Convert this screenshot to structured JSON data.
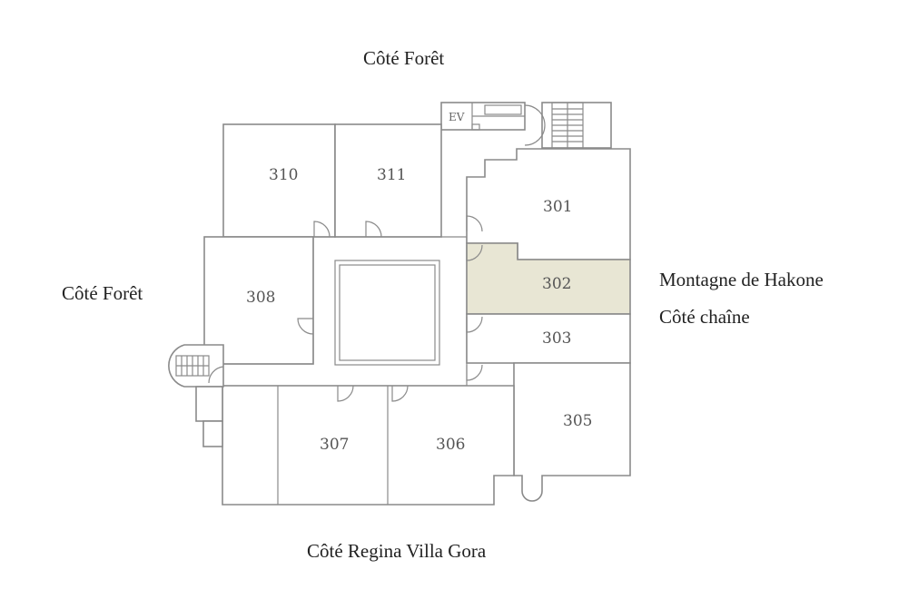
{
  "labels": {
    "top": "Côté Forêt",
    "left": "Côté Forêt",
    "right_line1": "Montagne de Hakone",
    "right_line2": "Côté chaîne",
    "bottom": "Côté Regina Villa Gora"
  },
  "elevator": "EV",
  "rooms": {
    "r301": "301",
    "r302": "302",
    "r303": "303",
    "r305": "305",
    "r306": "306",
    "r307": "307",
    "r308": "308",
    "r310": "310",
    "r311": "311"
  },
  "highlighted_room": "302",
  "colors": {
    "highlight": "#e8e6d4",
    "wall": "#8a8a8a"
  }
}
